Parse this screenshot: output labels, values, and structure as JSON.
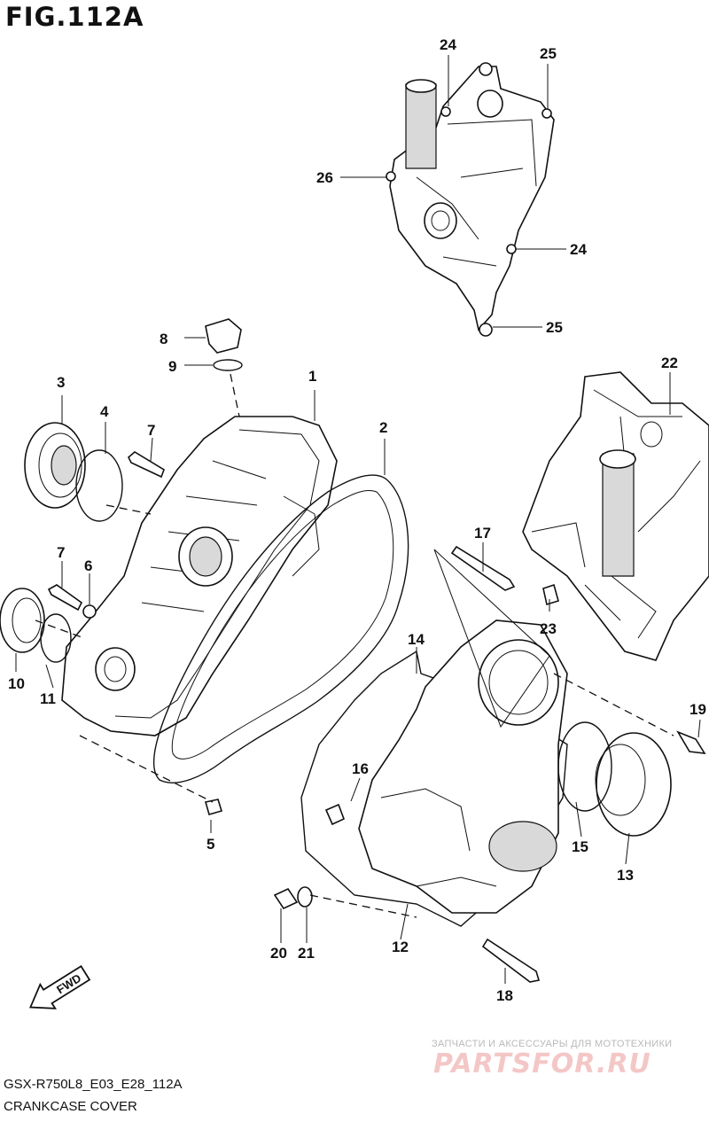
{
  "figure": {
    "title": "FIG.112A",
    "model_code": "GSX-R750L8_E03_E28_112A",
    "section_name": "CRANKCASE COVER"
  },
  "direction_badge": "FWD",
  "watermark": {
    "caption": "ЗАПЧАСТИ И АКСЕССУАРЫ ДЛЯ МОТОТЕХНИКИ",
    "logo": "PARTSFOR.RU"
  },
  "callouts": [
    "1",
    "2",
    "3",
    "4",
    "5",
    "6",
    "7",
    "7",
    "8",
    "9",
    "10",
    "11",
    "12",
    "13",
    "14",
    "15",
    "16",
    "17",
    "18",
    "19",
    "20",
    "21",
    "22",
    "23",
    "24",
    "24",
    "25",
    "25",
    "26"
  ],
  "colors": {
    "line": "#111111",
    "shade": "#d9d9d9",
    "watermark": "#f4c7c7"
  }
}
